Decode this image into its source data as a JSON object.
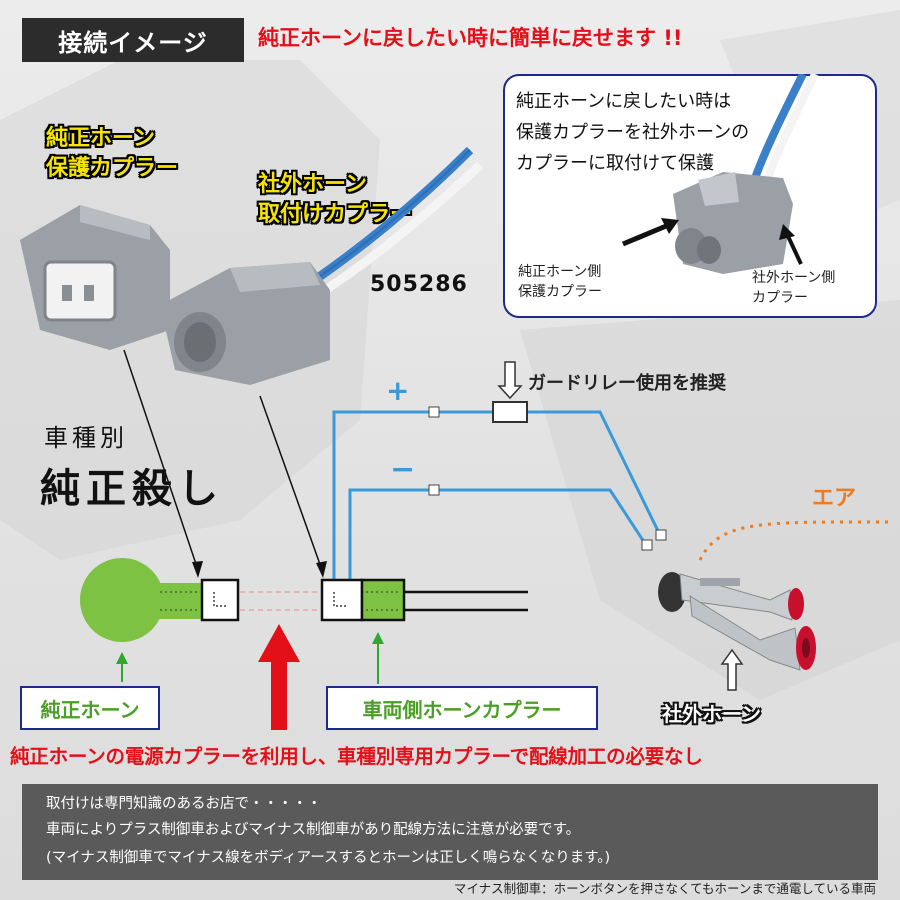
{
  "header": {
    "title": "接続イメージ",
    "headline": "純正ホーンに戻したい時に簡単に戻せます !!"
  },
  "labels": {
    "protect_coupler_l1": "純正ホーン",
    "protect_coupler_l2": "保護カプラー",
    "aftermarket_coupler_l1": "社外ホーン",
    "aftermarket_coupler_l2": "取付けカプラー",
    "part_number": "505286"
  },
  "info_box": {
    "line1": "純正ホーンに戻したい時は",
    "line2": "保護カプラーを社外ホーンの",
    "line3": "カプラーに取付けて保護",
    "left_l1": "純正ホーン側",
    "left_l2": "保護カプラー",
    "right_l1": "社外ホーン側",
    "right_l2": "カプラー"
  },
  "wiring": {
    "plus": "+",
    "minus": "−",
    "guard_relay": "ガードリレー使用を推奨",
    "air": "エア"
  },
  "brush_text": {
    "line1": "車種別",
    "line2": "純正殺し"
  },
  "boxes": {
    "oem_horn": "純正ホーン",
    "vehicle_coupler": "車両側ホーンカプラー",
    "aftermarket_horn": "社外ホーン"
  },
  "banner": "純正ホーンの電源カプラーを利用し、車種別専用カプラーで配線加工の必要なし",
  "notes": [
    "取付けは専門知識のあるお店で・・・・・",
    "車両によりプラス制御車およびマイナス制御車があり配線方法に注意が必要です。",
    "(マイナス制御車でマイナス線をボディアースするとホーンは正しく鳴らなくなります。)"
  ],
  "footnote": "マイナス制御車：ホーンボタンを押さなくてもホーンまで通電している車両",
  "colors": {
    "red": "#e3101a",
    "yellow": "#f5e400",
    "blue_wire": "#3a9ad9",
    "green": "#7dc242",
    "navy": "#1d2a8a",
    "orange": "#f07a1e"
  }
}
